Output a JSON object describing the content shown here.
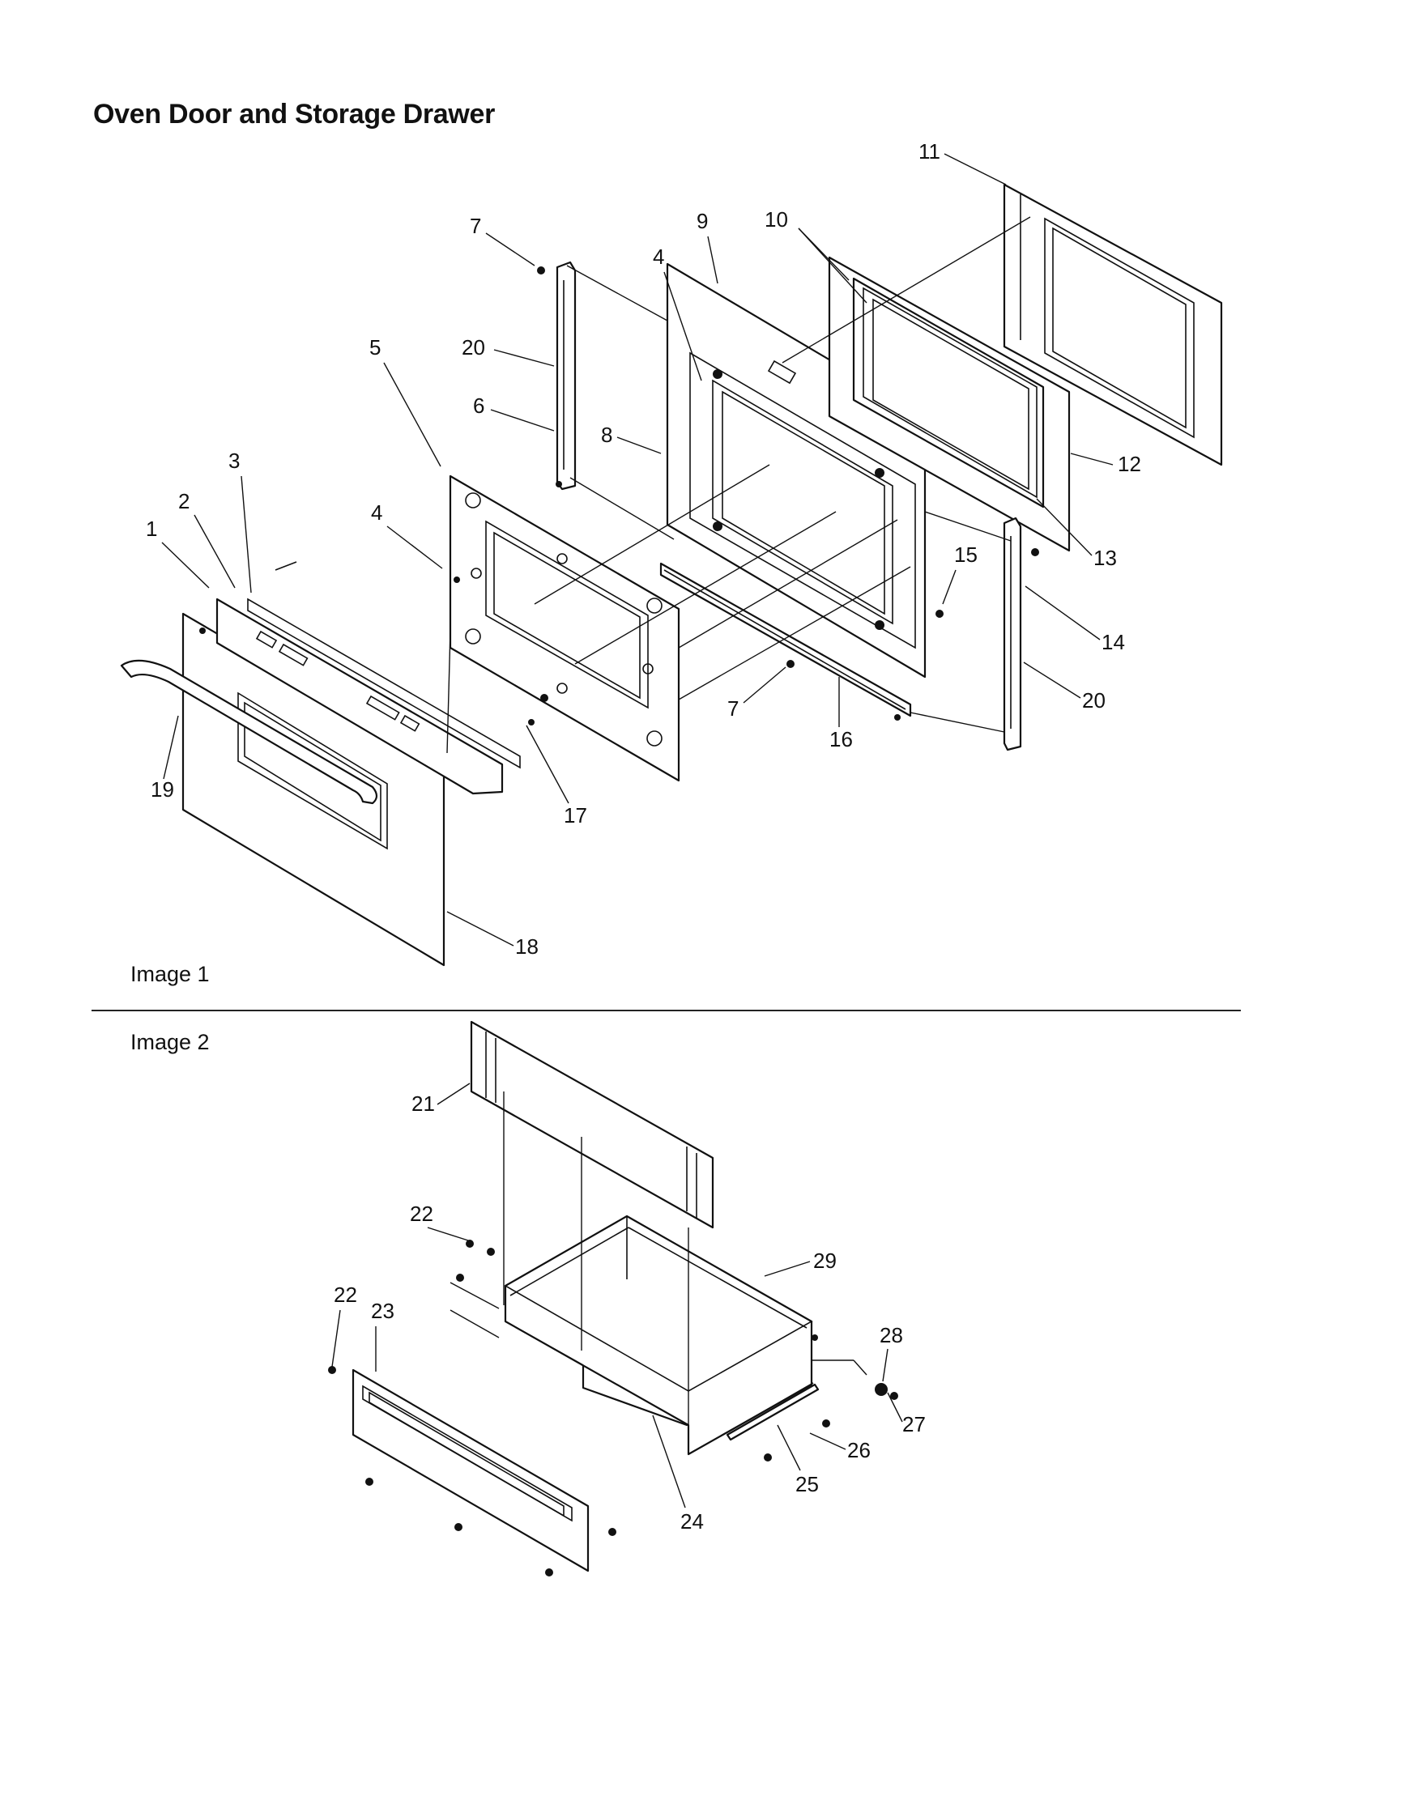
{
  "title": "Oven Door and Storage Drawer",
  "sections": [
    {
      "label": "Image 1"
    },
    {
      "label": "Image 2"
    }
  ],
  "callouts": {
    "c1": "1",
    "c2": "2",
    "c3": "3",
    "c4a": "4",
    "c4b": "4",
    "c5": "5",
    "c6": "6",
    "c7a": "7",
    "c7b": "7",
    "c8": "8",
    "c9": "9",
    "c10": "10",
    "c11": "11",
    "c12": "12",
    "c13": "13",
    "c14": "14",
    "c15": "15",
    "c16": "16",
    "c17": "17",
    "c18": "18",
    "c19": "19",
    "c20a": "20",
    "c20b": "20",
    "c21": "21",
    "c22a": "22",
    "c22b": "22",
    "c23": "23",
    "c24": "24",
    "c25": "25",
    "c26": "26",
    "c27": "27",
    "c28": "28",
    "c29": "29"
  }
}
